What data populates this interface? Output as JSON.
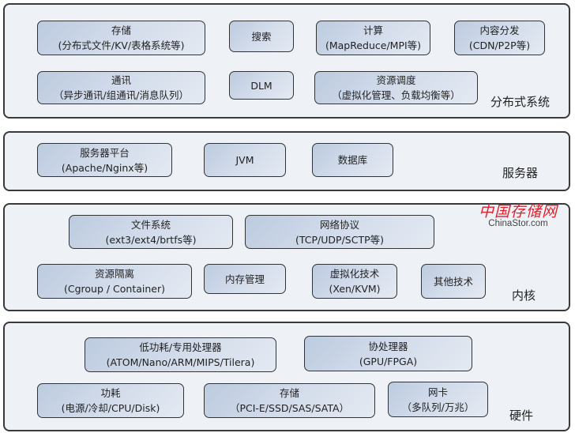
{
  "layers": [
    {
      "label": "分布式系统",
      "boxes": [
        {
          "title": "存储",
          "sub": "(分布式文件/KV/表格系统等)"
        },
        {
          "title": "搜索",
          "sub": ""
        },
        {
          "title": "计算",
          "sub": "(MapReduce/MPI等)"
        },
        {
          "title": "内容分发",
          "sub": "(CDN/P2P等)"
        },
        {
          "title": "通讯",
          "sub": "（异步通讯/组通讯/消息队列）"
        },
        {
          "title": "DLM",
          "sub": ""
        },
        {
          "title": "资源调度",
          "sub": "（虚拟化管理、负载均衡等）"
        }
      ]
    },
    {
      "label": "服务器",
      "boxes": [
        {
          "title": "服务器平台",
          "sub": "(Apache/Nginx等)"
        },
        {
          "title": "JVM",
          "sub": ""
        },
        {
          "title": "数据库",
          "sub": ""
        }
      ]
    },
    {
      "label": "内核",
      "boxes": [
        {
          "title": "文件系统",
          "sub": "(ext3/ext4/brtfs等)"
        },
        {
          "title": "网络协议",
          "sub": "(TCP/UDP/SCTP等)"
        },
        {
          "title": "资源隔离",
          "sub": "(Cgroup / Container)"
        },
        {
          "title": "内存管理",
          "sub": ""
        },
        {
          "title": "虚拟化技术",
          "sub": "(Xen/KVM)"
        },
        {
          "title": "其他技术",
          "sub": ""
        }
      ]
    },
    {
      "label": "硬件",
      "boxes": [
        {
          "title": "低功耗/专用处理器",
          "sub": "(ATOM/Nano/ARM/MIPS/Tilera)"
        },
        {
          "title": "协处理器",
          "sub": "(GPU/FPGA)"
        },
        {
          "title": "功耗",
          "sub": "(电源/冷却/CPU/Disk)"
        },
        {
          "title": "存储",
          "sub": "（PCI-E/SSD/SAS/SATA）"
        },
        {
          "title": "网卡",
          "sub": "（多队列/万兆）"
        }
      ]
    }
  ],
  "watermark": {
    "cn": "中国存储网",
    "en": "ChinaStor.com"
  }
}
